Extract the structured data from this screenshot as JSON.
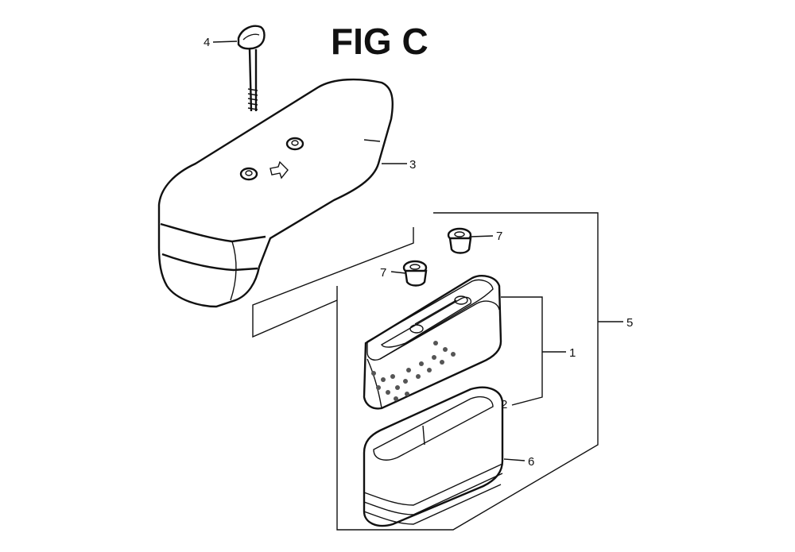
{
  "title": "FIG C",
  "callouts": {
    "c1": "1",
    "c2": "2",
    "c3": "3",
    "c4": "4",
    "c5": "5",
    "c6": "6",
    "c7a": "7",
    "c7b": "7"
  }
}
